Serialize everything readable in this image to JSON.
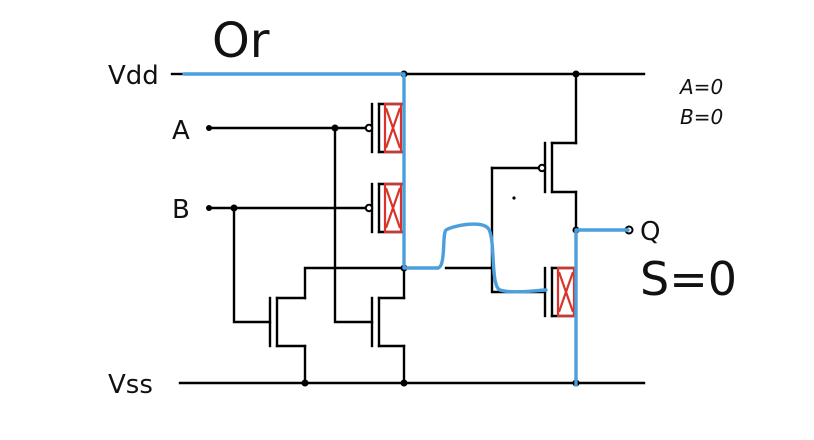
{
  "title": "Or",
  "labels": {
    "vdd": "Vdd",
    "vss": "Vss",
    "input_a": "A",
    "input_b": "B",
    "output_q": "Q",
    "output_state": "S=0"
  },
  "notes": {
    "a_value": "A=0",
    "b_value": "B=0"
  },
  "colors": {
    "highlight_path": "#4a9fdc",
    "off_cross": "#d9342b",
    "wire": "#000000"
  }
}
